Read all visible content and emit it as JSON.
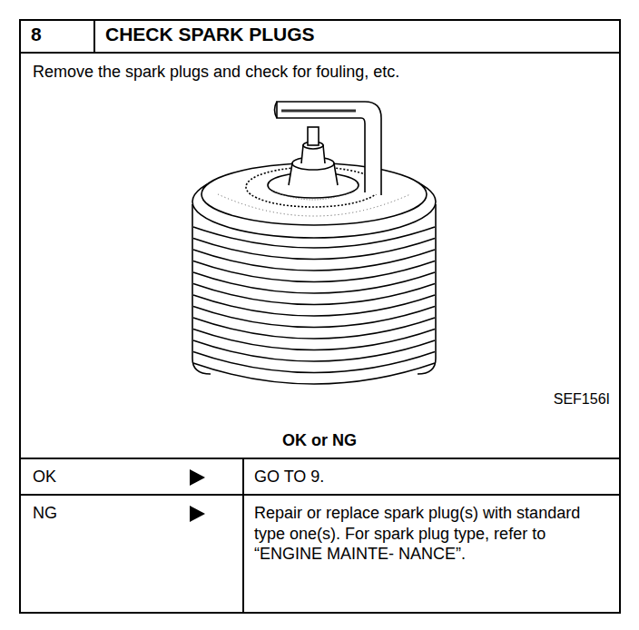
{
  "diagram": {
    "title": "CHECK SPARK PLUGS",
    "labels": [
      "8",
      "Remove the spark plugs and check for fouling, etc.",
      "SEF156I",
      "OK or NG",
      "OK",
      "GO TO 9.",
      "NG",
      "Repair or replace spark plug(s) with standard type one(s). For spark plug type, refer to “ENGINE MAINTE- NANCE”."
    ]
  }
}
